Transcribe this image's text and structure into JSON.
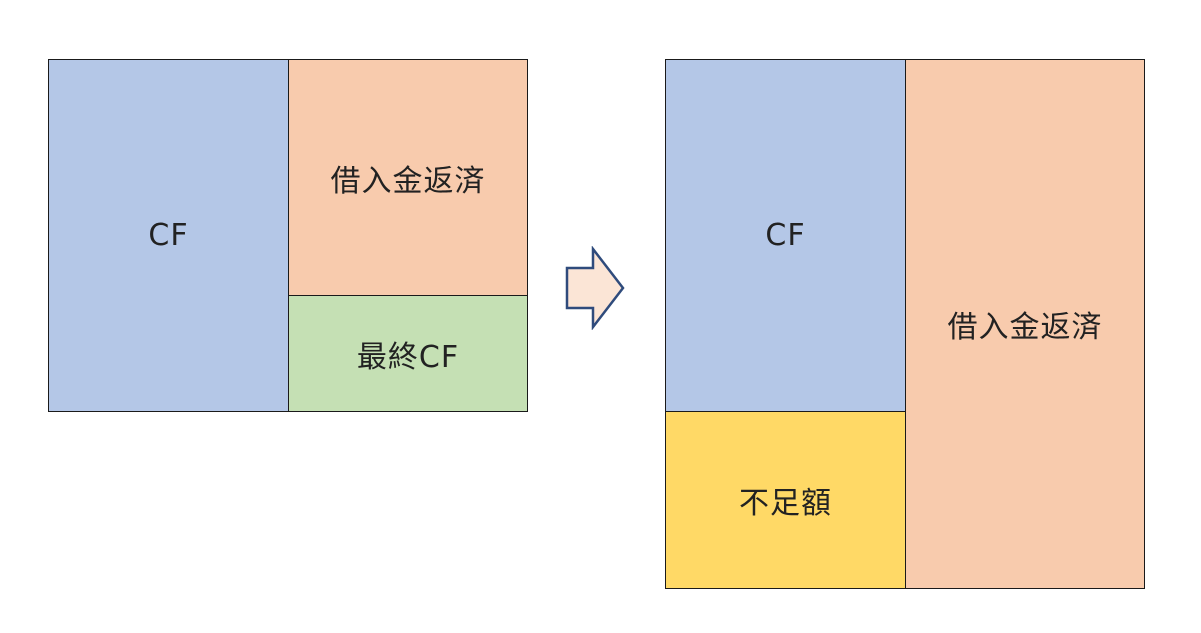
{
  "left_diagram": {
    "cf_label": "CF",
    "loan_repayment_label": "借入金返済",
    "final_cf_label": "最終CF"
  },
  "right_diagram": {
    "cf_label": "CF",
    "shortfall_label": "不足額",
    "loan_repayment_label": "借入金返済"
  },
  "colors": {
    "cf": "#b4c7e7",
    "loan_repayment": "#f8cbad",
    "final_cf": "#c5e0b4",
    "shortfall": "#ffd966",
    "arrow_fill": "#fbe5d6",
    "arrow_stroke": "#2f4b7c"
  },
  "icons": {
    "arrow": "right-arrow-icon"
  }
}
